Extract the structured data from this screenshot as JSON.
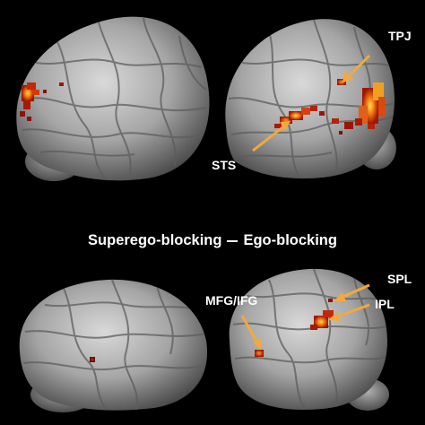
{
  "title": {
    "left": "Superego-blocking",
    "right": "Ego-blocking"
  },
  "labels": {
    "tpj": "TPJ",
    "sts": "STS",
    "spl": "SPL",
    "ipl": "IPL",
    "mfg_ifg": "MFG/IFG"
  },
  "colors": {
    "background": "#000000",
    "arrow": "#f3a93b",
    "activation_hot": "#ffd23a",
    "activation_mid": "#f06a10",
    "activation_low": "#b31a05"
  }
}
